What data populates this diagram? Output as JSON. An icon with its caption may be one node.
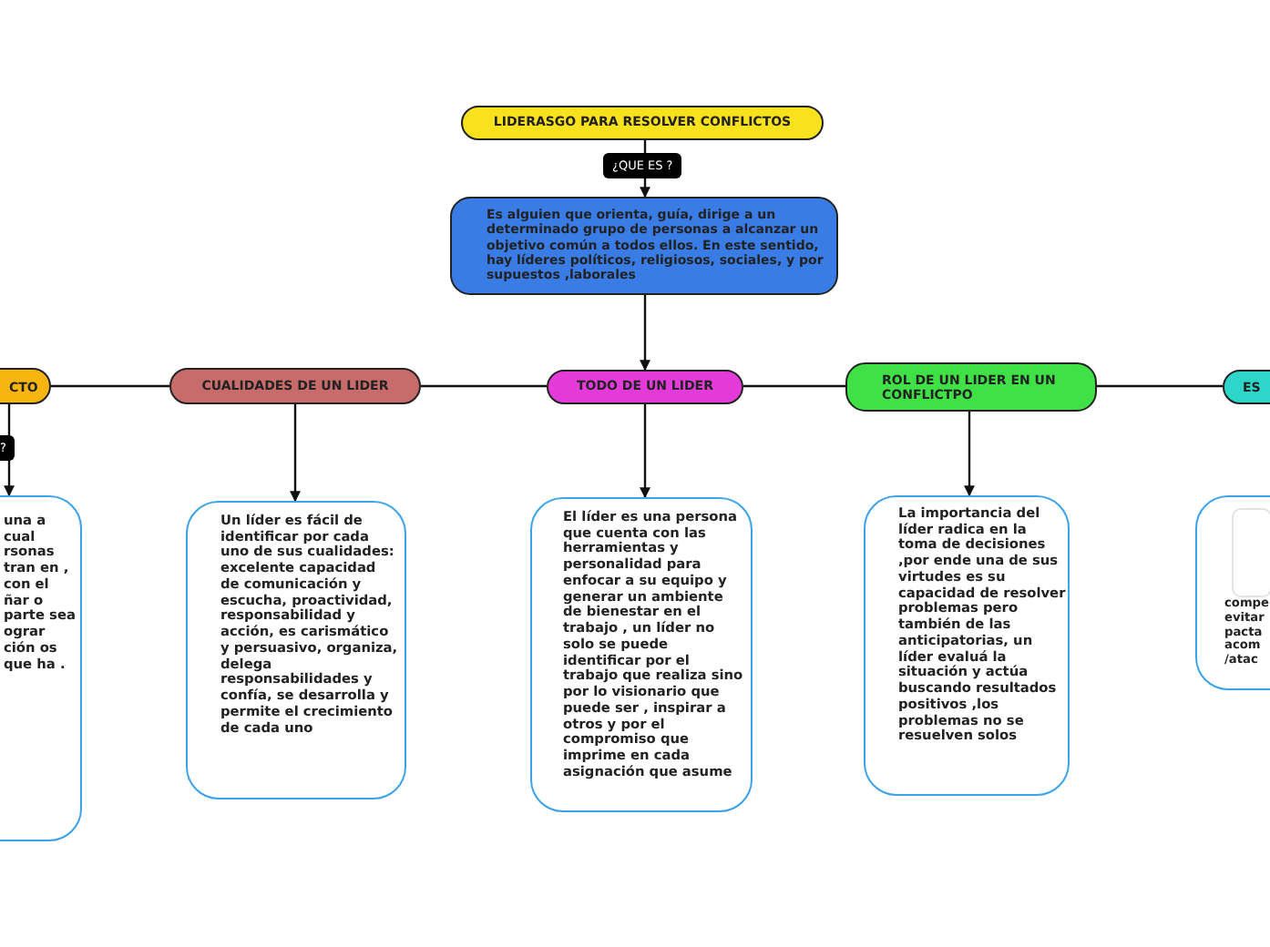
{
  "diagram": {
    "nodes": [
      {
        "text": [
          "LIDERASGO PARA RESOLVER CONFLICTOS"
        ]
      },
      {
        "text": [
          "Es alguien que orienta, guía, dirige a un determinado grupo de personas a alcanzar un objetivo común a todos ellos. En este sentido, hay líderes políticos, religiosos, sociales, y por supuestos ,laborales"
        ]
      },
      {
        "text": [
          "CTO"
        ]
      },
      {
        "text": [
          "una a cual rsonas tran en , con el ñar o parte sea ograr ción os que ha ."
        ]
      },
      {
        "text": [
          "CUALIDADES DE UN LIDER"
        ]
      },
      {
        "text": [
          "Un líder es fácil de identificar por cada uno de sus cualidades: excelente capacidad de comunicación y escucha, proactividad, responsabilidad y acción, es carismático y persuasivo, organiza, delega responsabilidades y confía, se desarrolla y permite el crecimiento de cada uno"
        ]
      },
      {
        "text": [
          "TODO DE UN LIDER"
        ]
      },
      {
        "text": [
          "El líder es una persona que cuenta con las herramientas y personalidad para enfocar a su equipo y generar un ambiente de bienestar en el trabajo , un líder no solo se puede identificar por el trabajo que realiza sino por lo visionario que puede ser , inspirar a otros y por el compromiso que imprime en cada asignación que asume"
        ]
      },
      {
        "text": [
          "ROL DE UN LIDER EN UN CONFLICTPO"
        ]
      },
      {
        "text": [
          "La importancia del líder radica en la toma de decisiones ,por ende una de sus virtudes es su capacidad de resolver problemas pero también de las anticipatorias, un líder evaluá la situación y actúa buscando resultados positivos ,los problemas no se resuelven solos"
        ]
      },
      {
        "text": [
          "ES"
        ]
      },
      {
        "text": [
          "compe evitar pacta acom /atac"
        ]
      },
      {
        "text": [],
        "shape": "box",
        "in": 11
      }
    ],
    "edges": [
      {
        "from": 0,
        "to": 1,
        "arrow": "to",
        "label": "¿QUE ES ?"
      },
      {
        "from": 1,
        "to": 6,
        "arrow": "to"
      },
      {
        "from": 6,
        "to": 4,
        "arrow": "none"
      },
      {
        "from": 4,
        "to": 2,
        "arrow": "none"
      },
      {
        "from": 6,
        "to": 8,
        "arrow": "none"
      },
      {
        "from": 8,
        "to": 10,
        "arrow": "none"
      },
      {
        "from": 2,
        "to": 3,
        "arrow": "to",
        "label": "?"
      },
      {
        "from": 4,
        "to": 5,
        "arrow": "to"
      },
      {
        "from": 6,
        "to": 7,
        "arrow": "to"
      },
      {
        "from": 8,
        "to": 9,
        "arrow": "to"
      }
    ]
  }
}
